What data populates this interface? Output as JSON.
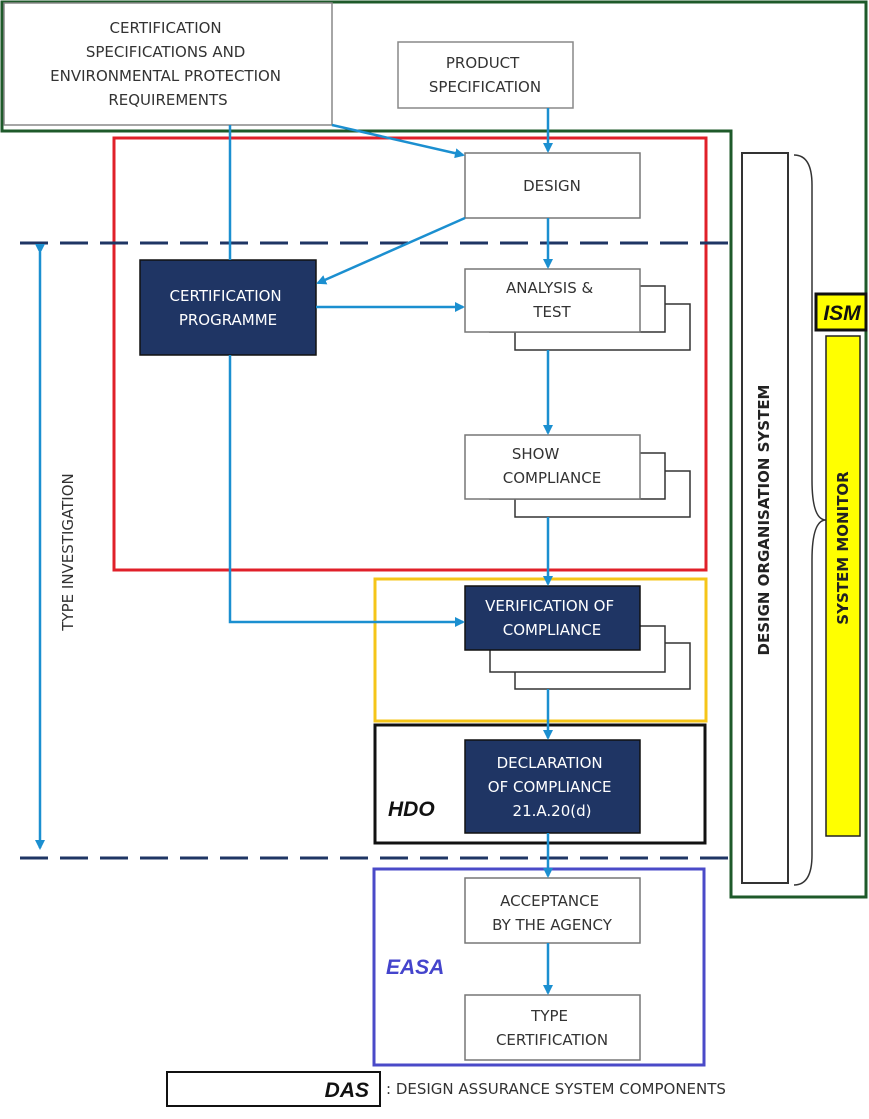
{
  "nodes": {
    "cert_specs": [
      "CERTIFICATION",
      "SPECIFICATIONS AND",
      "ENVIRONMENTAL PROTECTION",
      "REQUIREMENTS"
    ],
    "product_spec": [
      "PRODUCT",
      "SPECIFICATION"
    ],
    "design": "DESIGN",
    "analysis_test": [
      "ANALYSIS &",
      "TEST"
    ],
    "cert_programme": [
      "CERTIFICATION",
      "PROGRAMME"
    ],
    "show_compliance": [
      "SHOW",
      "COMPLIANCE"
    ],
    "verification": [
      "VERIFICATION OF",
      "COMPLIANCE"
    ],
    "declaration": [
      "DECLARATION",
      "OF COMPLIANCE",
      "21.A.20(d)"
    ],
    "acceptance": [
      "ACCEPTANCE",
      "BY THE AGENCY"
    ],
    "type_cert": [
      "TYPE",
      "CERTIFICATION"
    ]
  },
  "side": {
    "design_org_system": "DESIGN ORGANISATION SYSTEM",
    "ism": "ISM",
    "system_monitor": "SYSTEM MONITOR",
    "type_investigation": "TYPE INVESTIGATION"
  },
  "tags": {
    "hdo": "HDO",
    "easa": "EASA"
  },
  "legend": {
    "das": "DAS",
    "text": ": DESIGN ASSURANCE SYSTEM COMPONENTS"
  },
  "colors": {
    "arrow": "#1b8fd0",
    "navy_box": "#1f3564",
    "dashed_line": "#1f3564",
    "red_frame": "#e0202a",
    "yellow_frame": "#f5c518",
    "black_frame": "#111111",
    "blue_frame": "#4a4ac8",
    "green_frame": "#1e5a2a",
    "system_monitor_fill": "#ffff00",
    "easa_text": "#4444cc"
  }
}
